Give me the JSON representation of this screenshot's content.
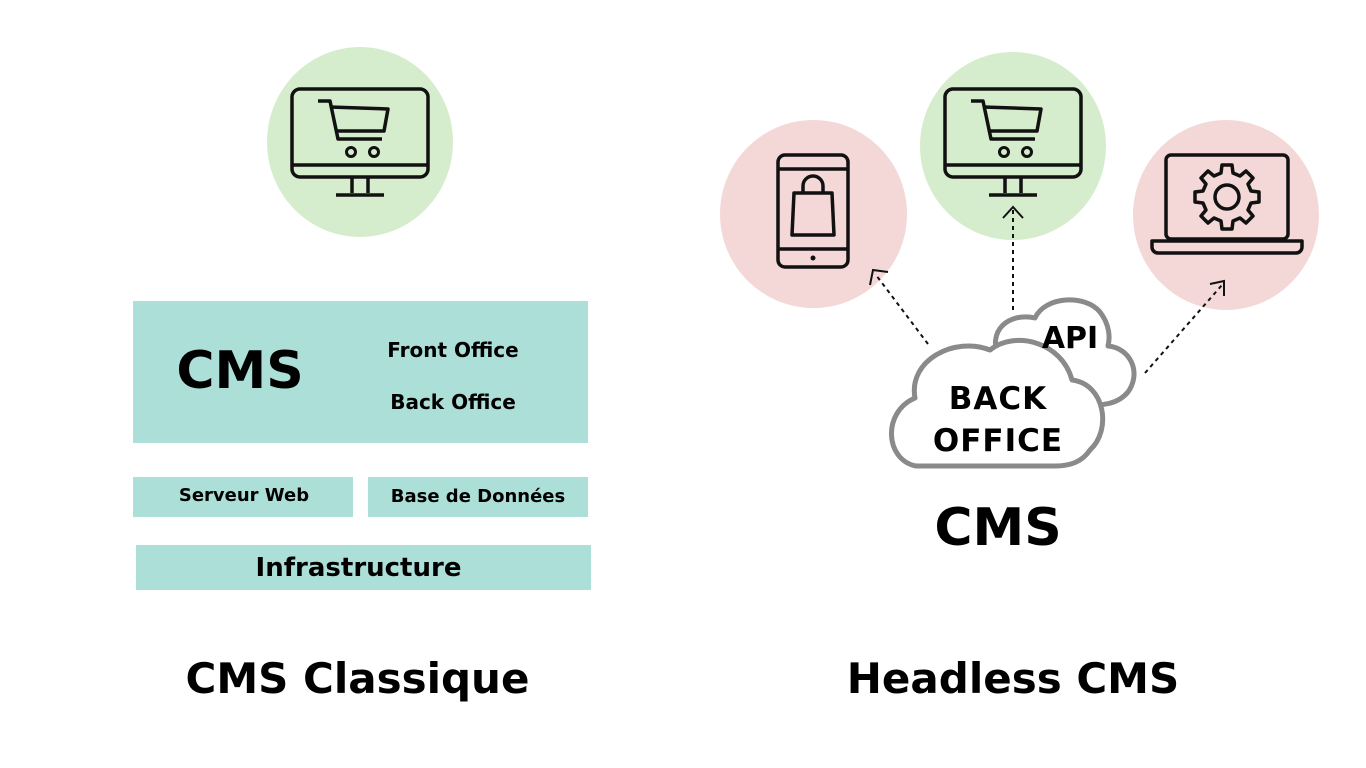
{
  "colors": {
    "green_circle": "#d5edcc",
    "pink_circle": "#f4d8d8",
    "teal_box": "#abdfd8",
    "cloud_stroke": "#8a8a8a",
    "text": "#000000"
  },
  "classic": {
    "title": "CMS Classique",
    "cms_label": "CMS",
    "front_office": "Front Office",
    "back_office": "Back Office",
    "web_server": "Serveur Web",
    "database": "Base de Données",
    "infrastructure": "Infrastructure",
    "icon": "desktop-cart-icon"
  },
  "headless": {
    "title": "Headless CMS",
    "cms_label": "CMS",
    "api_label": "API",
    "back_office_line1": "BACK",
    "back_office_line2": "OFFICE",
    "icons": [
      "mobile-bag-icon",
      "desktop-cart-icon",
      "laptop-gear-icon"
    ]
  }
}
